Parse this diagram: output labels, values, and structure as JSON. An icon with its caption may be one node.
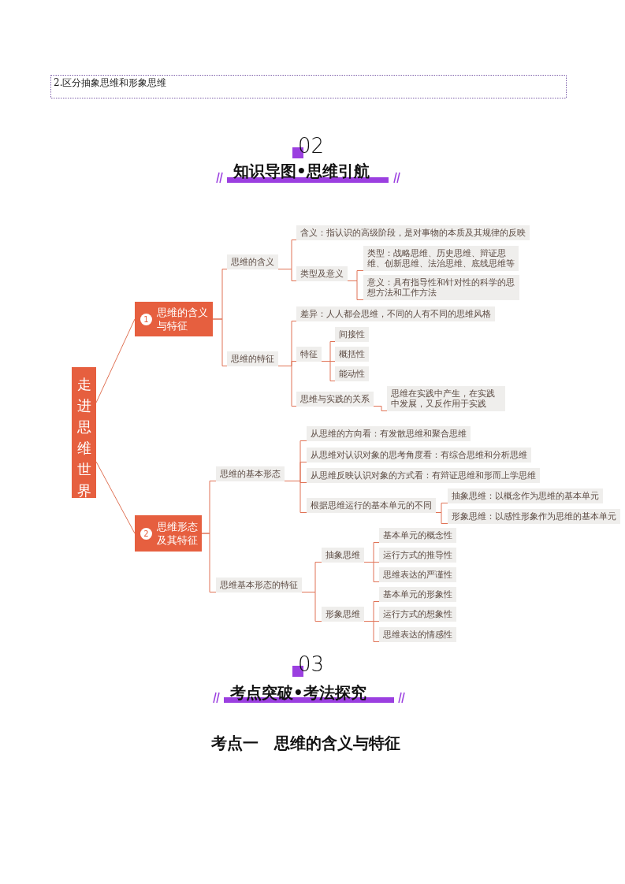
{
  "diagram": {
    "nodes": [
      {
        "text": [
          "走进思维世界"
        ]
      },
      {
        "text": [
          "1",
          "思维的含义与特征"
        ]
      },
      {
        "text": [
          "思维的含义"
        ]
      },
      {
        "text": [
          "含义：指认识的高级阶段，是对事物的本质及其规律的反映"
        ]
      },
      {
        "text": [
          "类型及意义"
        ]
      },
      {
        "text": [
          "类型：战略思维、历史思维、辩证思维、创新思维、法治思维、底线思维等"
        ]
      },
      {
        "text": [
          "意义：具有指导性和针对性的科学的思想方法和工作方法"
        ]
      },
      {
        "text": [
          "思维的特征"
        ]
      },
      {
        "text": [
          "差异：人人都会思维，不同的人有不同的思维风格"
        ]
      },
      {
        "text": [
          "特征"
        ]
      },
      {
        "text": [
          "间接性"
        ]
      },
      {
        "text": [
          "概括性"
        ]
      },
      {
        "text": [
          "能动性"
        ]
      },
      {
        "text": [
          "思维与实践的关系"
        ]
      },
      {
        "text": [
          "思维在实践中产生，在实践中发展，又反作用于实践"
        ]
      },
      {
        "text": [
          "2",
          "思维形态及其特征"
        ]
      },
      {
        "text": [
          "思维的基本形态"
        ]
      },
      {
        "text": [
          "从思维的方向看：有发散思维和聚合思维"
        ]
      },
      {
        "text": [
          "从思维对认识对象的思考角度看：有综合思维和分析思维"
        ]
      },
      {
        "text": [
          "从思维反映认识对象的方式看：有辩证思维和形而上学思维"
        ]
      },
      {
        "text": [
          "根据思维运行的基本单元的不同"
        ]
      },
      {
        "text": [
          "抽象思维：以概念作为思维的基本单元"
        ]
      },
      {
        "text": [
          "形象思维：以感性形象作为思维的基本单元"
        ]
      },
      {
        "text": [
          "思维基本形态的特征"
        ]
      },
      {
        "text": [
          "抽象思维"
        ]
      },
      {
        "text": [
          "基本单元的概念性"
        ]
      },
      {
        "text": [
          "运行方式的推导性"
        ]
      },
      {
        "text": [
          "思维表达的严谨性"
        ]
      },
      {
        "text": [
          "形象思维"
        ]
      },
      {
        "text": [
          "基本单元的形象性"
        ]
      },
      {
        "text": [
          "运行方式的想象性"
        ]
      },
      {
        "text": [
          "思维表达的情感性"
        ]
      }
    ],
    "edges": [
      {
        "from": 0,
        "to": 1,
        "arrow": "none"
      },
      {
        "from": 1,
        "to": 2,
        "arrow": "none"
      },
      {
        "from": 2,
        "to": 3,
        "arrow": "none"
      },
      {
        "from": 2,
        "to": 4,
        "arrow": "none"
      },
      {
        "from": 4,
        "to": 5,
        "arrow": "none"
      },
      {
        "from": 4,
        "to": 6,
        "arrow": "none"
      },
      {
        "from": 1,
        "to": 7,
        "arrow": "none"
      },
      {
        "from": 7,
        "to": 8,
        "arrow": "none"
      },
      {
        "from": 7,
        "to": 9,
        "arrow": "none"
      },
      {
        "from": 9,
        "to": 10,
        "arrow": "none"
      },
      {
        "from": 9,
        "to": 11,
        "arrow": "none"
      },
      {
        "from": 9,
        "to": 12,
        "arrow": "none"
      },
      {
        "from": 7,
        "to": 13,
        "arrow": "none"
      },
      {
        "from": 13,
        "to": 14,
        "arrow": "none"
      },
      {
        "from": 0,
        "to": 15,
        "arrow": "none"
      },
      {
        "from": 15,
        "to": 16,
        "arrow": "none"
      },
      {
        "from": 16,
        "to": 17,
        "arrow": "none"
      },
      {
        "from": 16,
        "to": 18,
        "arrow": "none"
      },
      {
        "from": 16,
        "to": 19,
        "arrow": "none"
      },
      {
        "from": 16,
        "to": 20,
        "arrow": "none"
      },
      {
        "from": 20,
        "to": 21,
        "arrow": "none"
      },
      {
        "from": 20,
        "to": 22,
        "arrow": "none"
      },
      {
        "from": 15,
        "to": 23,
        "arrow": "none"
      },
      {
        "from": 23,
        "to": 24,
        "arrow": "none"
      },
      {
        "from": 24,
        "to": 25,
        "arrow": "none"
      },
      {
        "from": 24,
        "to": 26,
        "arrow": "none"
      },
      {
        "from": 24,
        "to": 27,
        "arrow": "none"
      },
      {
        "from": 23,
        "to": 28,
        "arrow": "none"
      },
      {
        "from": 28,
        "to": 29,
        "arrow": "none"
      },
      {
        "from": 28,
        "to": 30,
        "arrow": "none"
      },
      {
        "from": 28,
        "to": 31,
        "arrow": "none"
      }
    ],
    "labels": [
      "2.区分抽象思维和形象思维",
      "02",
      "知识导图•思维引航",
      "03",
      "考点突破•考法探究",
      "考点一　思维的含义与特征"
    ]
  }
}
